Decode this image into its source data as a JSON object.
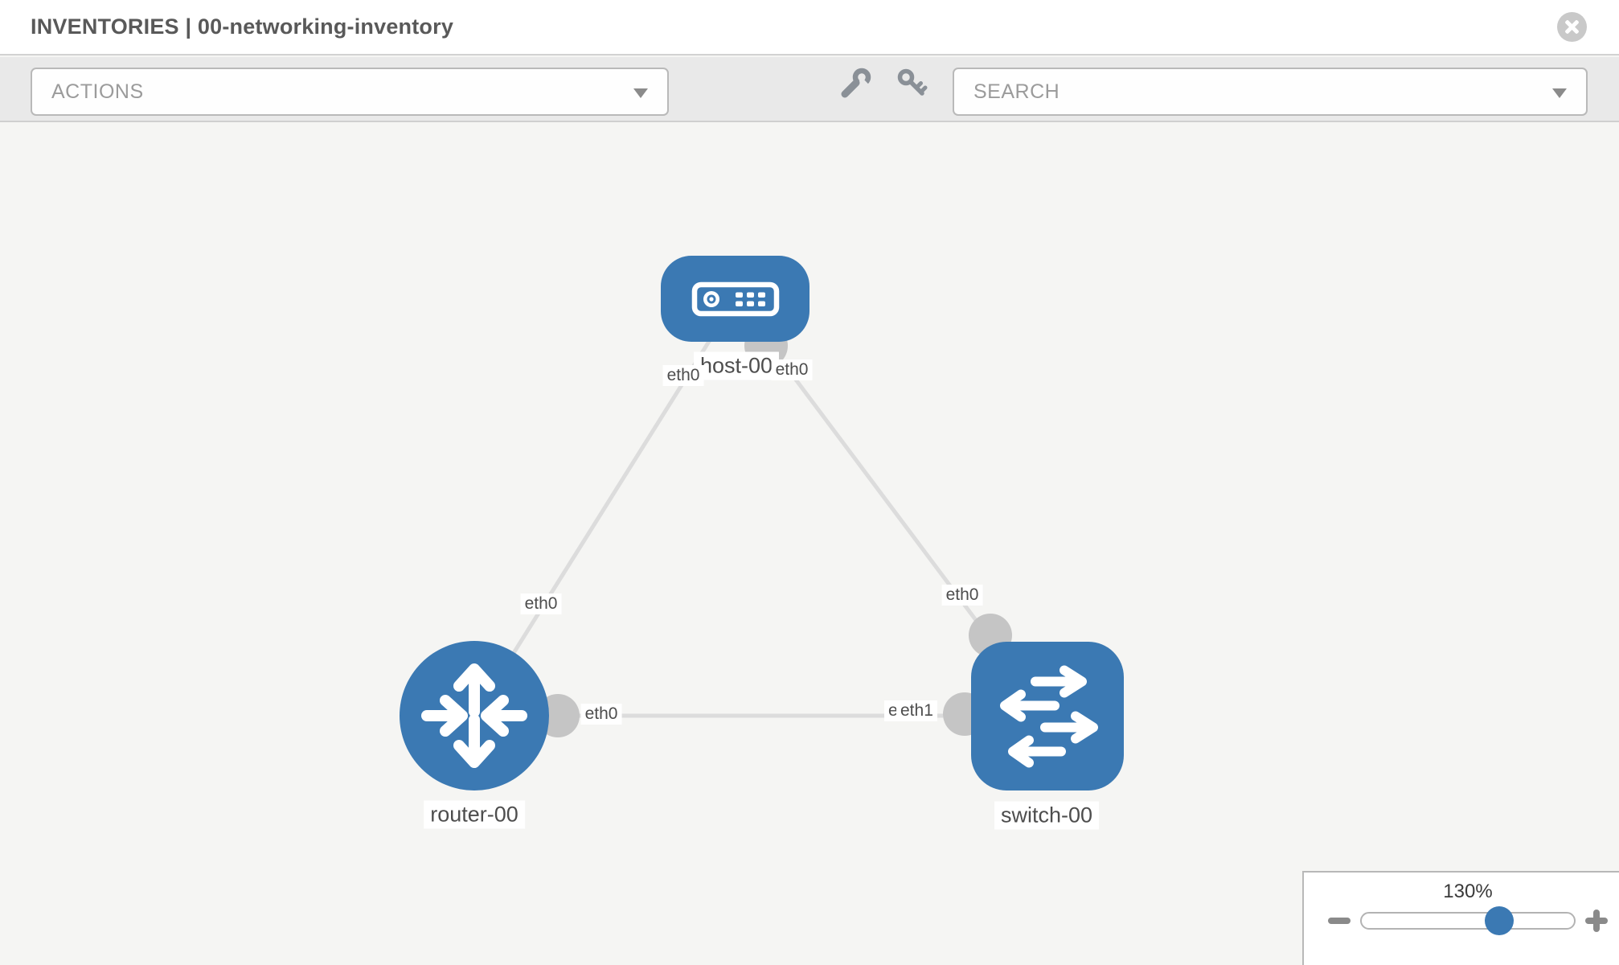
{
  "header": {
    "title": "INVENTORIES | 00-networking-inventory"
  },
  "toolbar": {
    "actions": {
      "placeholder": "ACTIONS"
    },
    "search": {
      "placeholder": "SEARCH"
    },
    "icons": [
      "wrench-icon",
      "key-icon"
    ]
  },
  "topology": {
    "nodes": [
      {
        "label": "host-00",
        "type": "host"
      },
      {
        "label": "router-00",
        "type": "router"
      },
      {
        "label": "switch-00",
        "type": "switch"
      }
    ],
    "links": [
      {
        "from": "host-00",
        "to": "router-00",
        "from_interface": "eth0",
        "to_interface": "eth0"
      },
      {
        "from": "host-00",
        "to": "switch-00",
        "from_interface": "eth0",
        "to_interface": "eth0"
      },
      {
        "from": "router-00",
        "to": "switch-00",
        "from_interface": "eth0",
        "to_interface": "eth1"
      }
    ],
    "overlap": {
      "under": "eth0",
      "over": "eth1"
    }
  },
  "zoom_control": {
    "level": "130%"
  },
  "colors": {
    "accent_blue": "#3b79b3",
    "link_gray": "#dcdcdc",
    "connector_gray": "#c5c5c5",
    "toolbar_bg": "#e9e9e9",
    "canvas_bg": "#f5f5f3"
  }
}
